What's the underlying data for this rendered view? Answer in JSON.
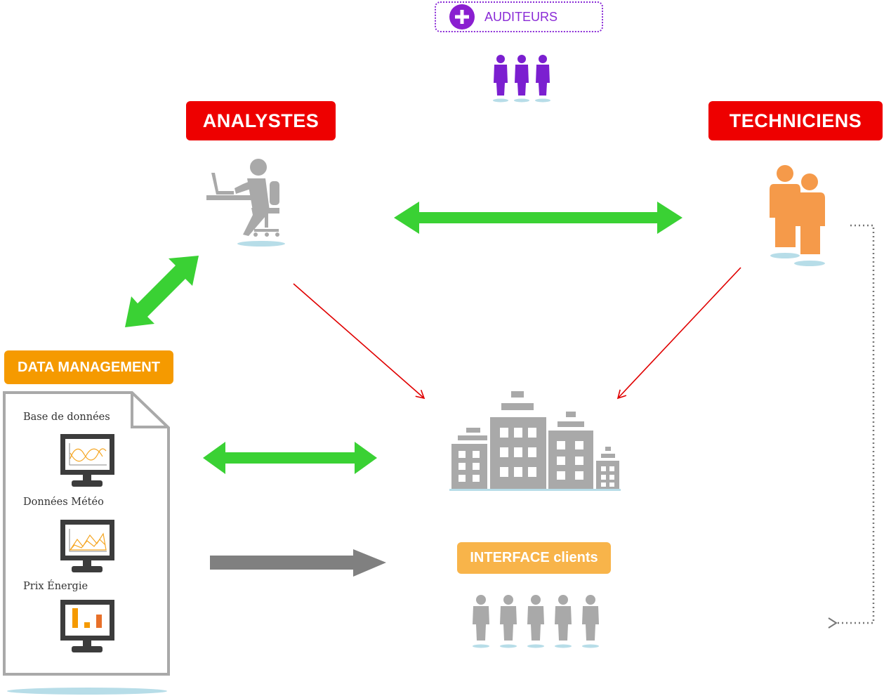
{
  "labels": {
    "auditeurs": "AUDITEURS",
    "analystes": "ANALYSTES",
    "techniciens": "TECHNICIENS",
    "data_management": "DATA MANAGEMENT",
    "interface": "INTERFACE clients"
  },
  "data_document": {
    "items": [
      "Base de données",
      "Données Météo",
      "Prix Énergie"
    ]
  },
  "icons": {
    "auditeurs_add": "plus-circle-icon",
    "auditeurs_group": "three-people-icon",
    "analyst": "person-at-desk-icon",
    "technicians": "two-people-icon",
    "buildings": "city-buildings-icon",
    "clients": "five-people-icon",
    "monitors": [
      "line-chart-monitor-icon",
      "area-chart-monitor-icon",
      "bar-chart-monitor-icon"
    ]
  },
  "colors": {
    "red_label": "#ee0000",
    "orange_label": "#f59a00",
    "interface_label": "#f8b44a",
    "purple": "#8a1fd0",
    "green_arrow": "#3ad134",
    "grey_arrow": "#808080",
    "red_line": "#e00000",
    "grey_icon": "#a9a9a9",
    "orange_people": "#f59a4a",
    "shadow": "#b7dde8"
  }
}
